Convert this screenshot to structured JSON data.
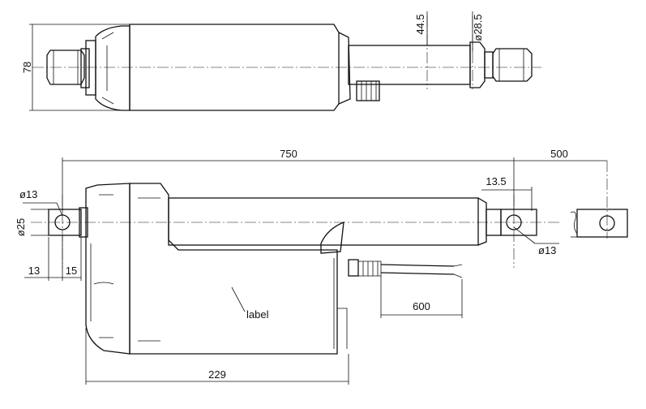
{
  "dimensions": {
    "height_78": "78",
    "rod_offset_44_5": "44.5",
    "rod_dia_28_5": "ø28.5",
    "stroke_750": "750",
    "stroke_500": "500",
    "offset_13_5": "13.5",
    "hole_left_13": "ø13",
    "shaft_dia_25": "ø25",
    "left_13": "13",
    "left_15": "15",
    "hole_right_13": "ø13",
    "cable_600": "600",
    "body_229": "229"
  },
  "labels": {
    "label_text": "label"
  },
  "colors": {
    "line": "#111111",
    "background": "#ffffff"
  }
}
